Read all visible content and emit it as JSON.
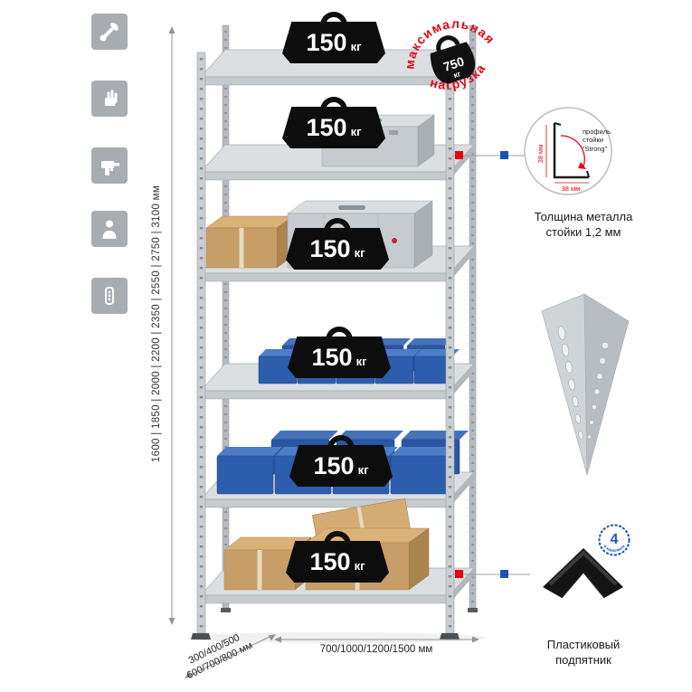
{
  "colors": {
    "accent_red": "#e30613",
    "accent_blue": "#1455b4",
    "bin_blue": "#2d5dad",
    "metal_gray": "#c9ced1",
    "cardboard": "#c79e67",
    "tile_gray": "#a7adb1",
    "badge_black": "#0d0d0d"
  },
  "left_icons": [
    "wrench-icon",
    "gloves-icon",
    "drill-icon",
    "person-icon",
    "perforated-post-icon"
  ],
  "dims": {
    "height": "1600 | 1850 | 2000 | 2200 | 2350 | 2550 | 2750 | 3100 мм",
    "depth1": "300/400/500",
    "depth2": "600/700/800 мм",
    "width": "700/1000/1200/1500 мм"
  },
  "shelves": [
    {
      "value": "150",
      "unit": "кг"
    },
    {
      "value": "150",
      "unit": "кг"
    },
    {
      "value": "150",
      "unit": "кг"
    },
    {
      "value": "150",
      "unit": "кг"
    },
    {
      "value": "150",
      "unit": "кг"
    },
    {
      "value": "150",
      "unit": "кг"
    }
  ],
  "stamp": {
    "top": "максимальная",
    "bottom": "нагрузка",
    "value": "750",
    "unit": "кг"
  },
  "profile": {
    "dim_v": "38 мм",
    "dim_h": "38 мм.",
    "label1": "профиль",
    "label2": "стойки",
    "label3": "“Strong”",
    "caption1": "Толщина металла",
    "caption2": "стойки 1,2 мм"
  },
  "foot": {
    "badge": "4",
    "badge_text": "в комплекте",
    "caption1": "Пластиковый",
    "caption2": "подпятник"
  }
}
